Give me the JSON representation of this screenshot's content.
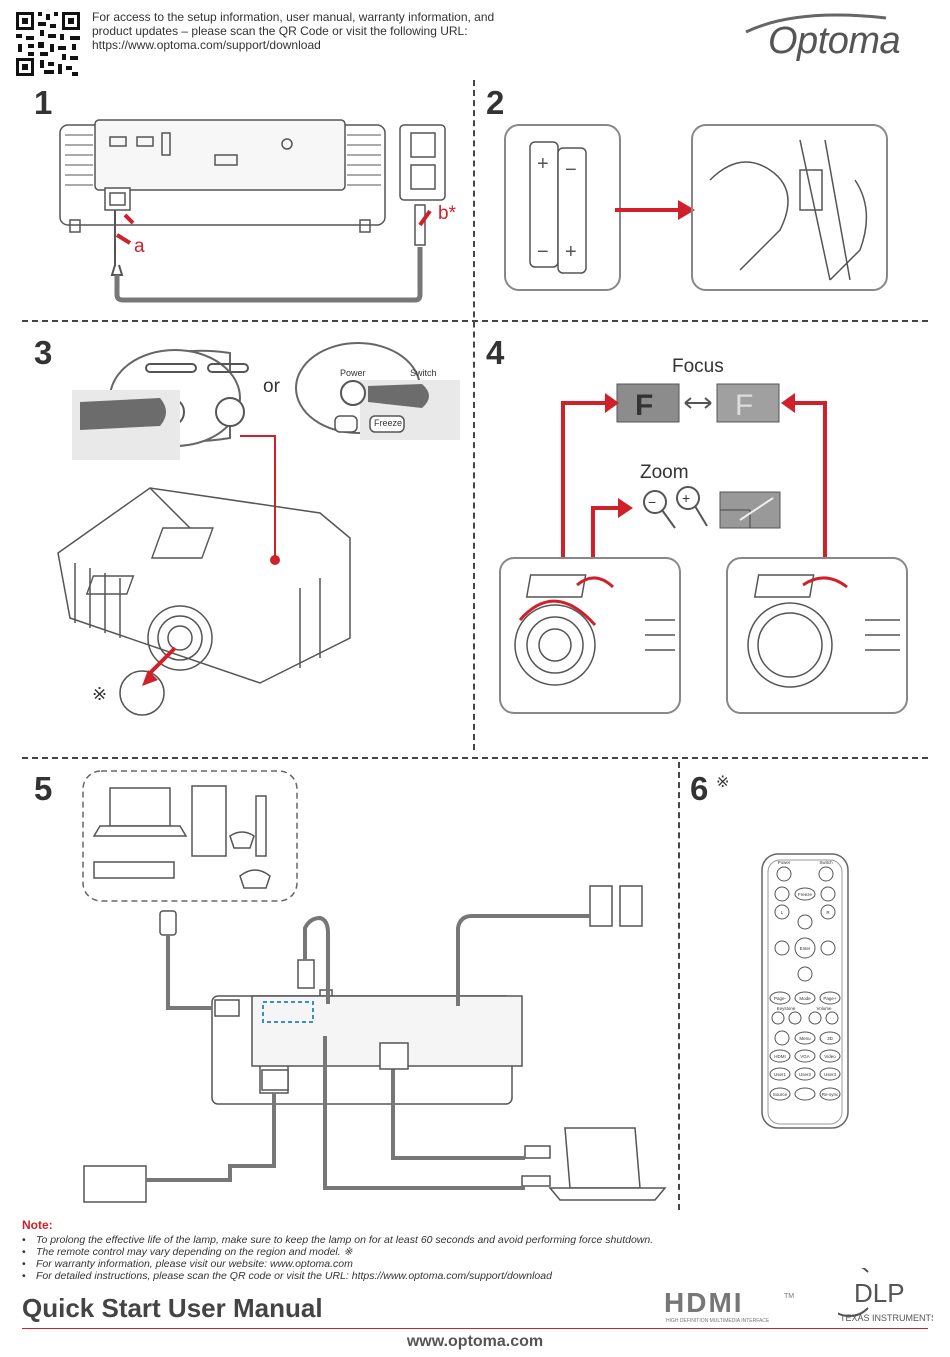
{
  "header": {
    "intro_text": "For access to the setup information, user manual, warranty information, and product updates – please scan the QR Code or visit the following URL: https://www.optoma.com/support/download",
    "brand": "Optoma"
  },
  "steps": {
    "s1": "1",
    "s2": "2",
    "s3": "3",
    "s4": "4",
    "s5": "5",
    "s6": "6",
    "s6_mark": "※",
    "s1_label_a": "a",
    "s1_label_b": "b*",
    "s3_or": "or",
    "s3_power": "Power",
    "s3_switch": "Switch",
    "s3_freeze": "Freeze",
    "s3_mark": "※",
    "s4_focus": "Focus",
    "s4_zoom": "Zoom",
    "s4_letter": "F"
  },
  "remote": {
    "labels": [
      "Power",
      "Switch",
      "Freeze",
      "L",
      "R",
      "Enter",
      "Page-",
      "Mode",
      "Page+",
      "Keystone",
      "Volume",
      "Menu",
      "3D",
      "HDMI",
      "VGA",
      "Video",
      "User1",
      "User2",
      "User3",
      "Source",
      "Re-sync"
    ]
  },
  "notes": {
    "title": "Note:",
    "items": [
      "To prolong the effective life of the lamp, make sure to keep the lamp on for at least 60 seconds and avoid performing force shutdown.",
      "The remote control may vary depending on the region and model. ※",
      "For warranty information, please visit our website: www.optoma.com",
      "For detailed instructions, please scan the QR code or visit the URL: https://www.optoma.com/support/download"
    ]
  },
  "footer": {
    "title": "Quick Start User Manual",
    "website": "www.optoma.com",
    "hdmi": "HDMI",
    "hdmi_tm": "TM",
    "hdmi_sub": "HIGH DEFINITION MULTIMEDIA INTERFACE",
    "dlp": "DLP",
    "ti": "TEXAS INSTRUMENTS"
  },
  "colors": {
    "accent_red": "#d0202a",
    "line_gray": "#666666"
  }
}
